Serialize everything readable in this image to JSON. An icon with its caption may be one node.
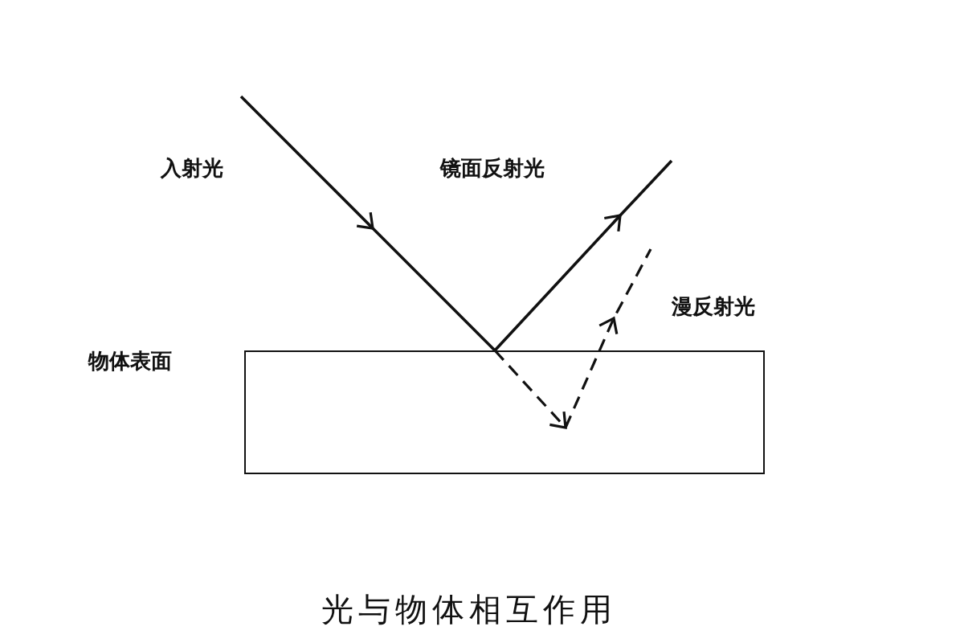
{
  "diagram": {
    "caption": "光与物体相互作用",
    "nodes": [
      {
        "text": [
          "物体表面"
        ]
      }
    ],
    "edges": [],
    "labels": [
      "入射光",
      "镜面反射光",
      "漫反射光"
    ]
  }
}
